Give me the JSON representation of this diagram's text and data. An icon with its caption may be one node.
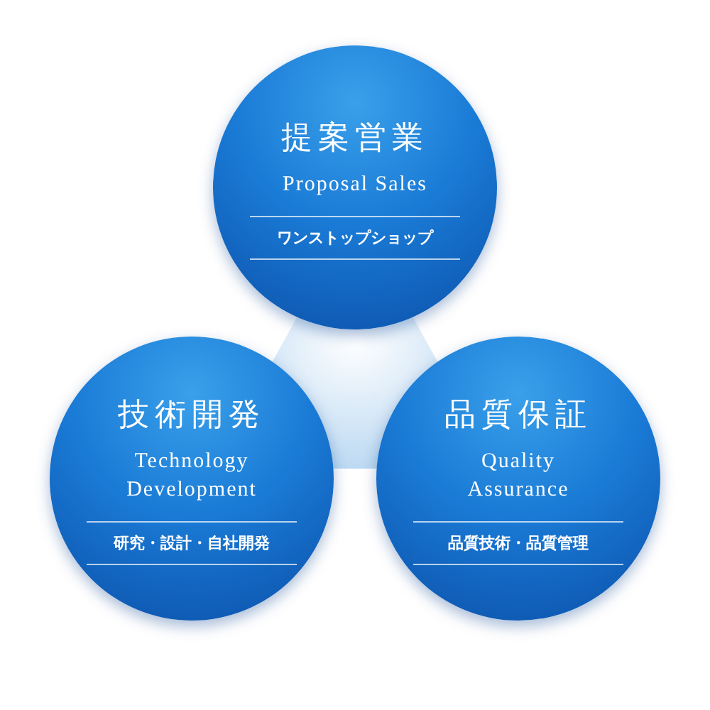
{
  "diagram": {
    "nodes": [
      {
        "text": [
          "提案営業",
          "Proposal Sales",
          "ワンストップショップ"
        ]
      },
      {
        "text": [
          "技術開発",
          "Technology Development",
          "研究・設計・自社開発"
        ]
      },
      {
        "text": [
          "品質保証",
          "Quality Assurance",
          "品質技術・品質管理"
        ]
      }
    ]
  }
}
